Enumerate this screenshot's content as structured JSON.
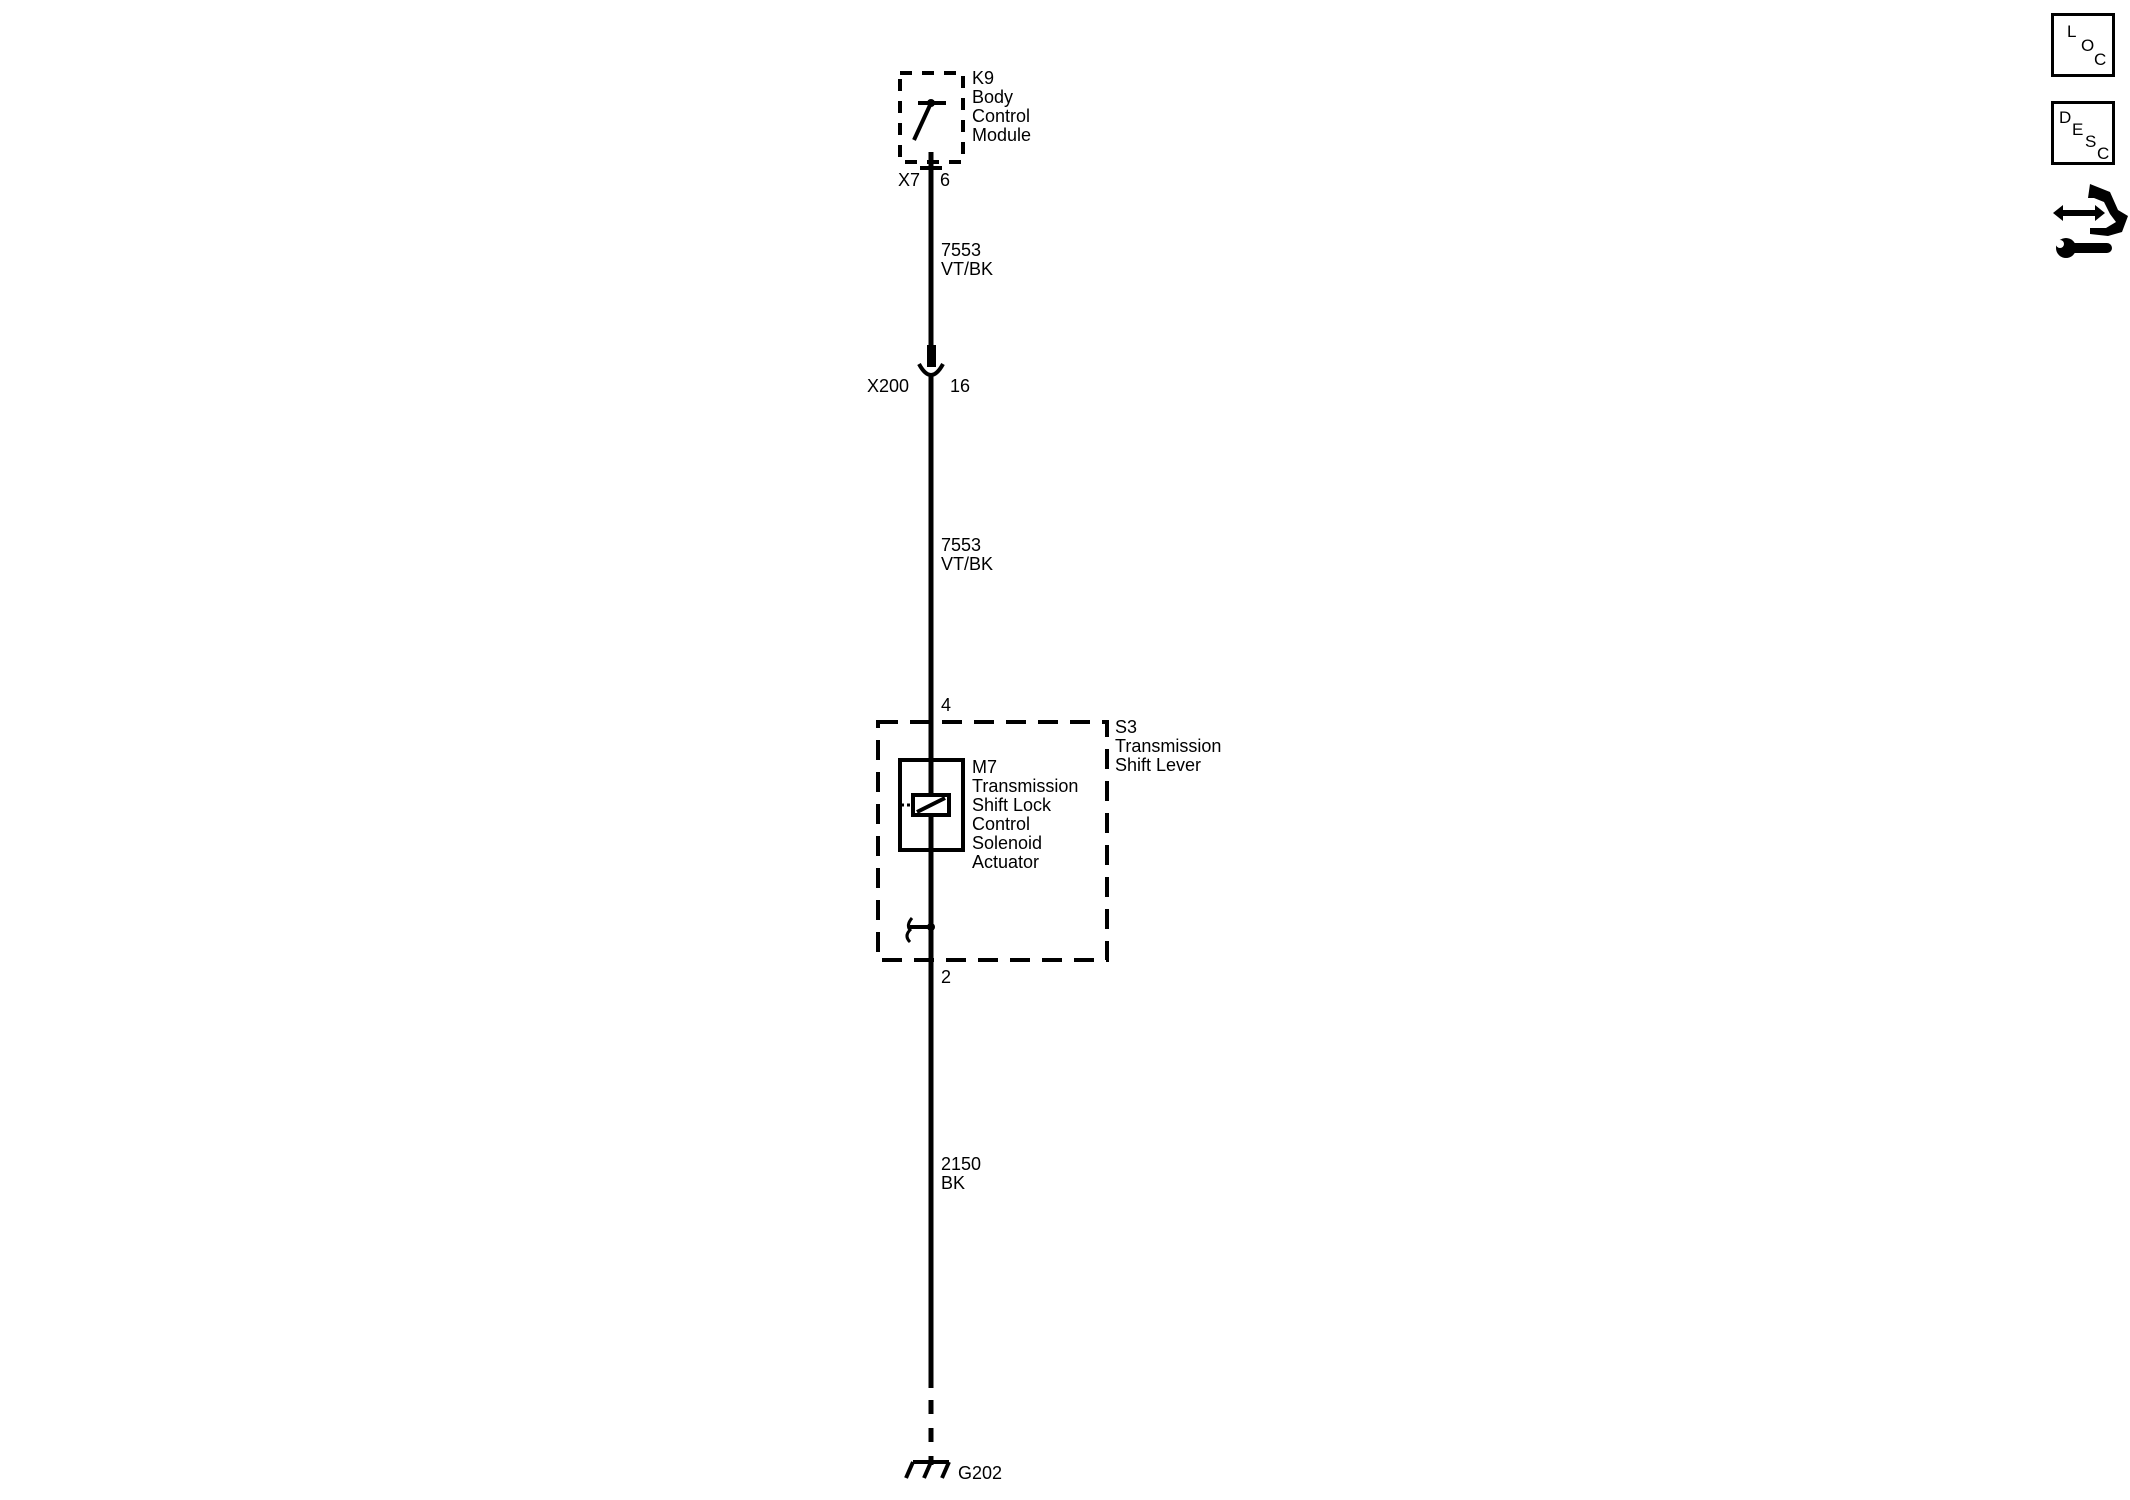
{
  "diagram": {
    "components": {
      "k9": {
        "id": "K9",
        "line1": "Body",
        "line2": "Control",
        "line3": "Module",
        "connector": "X7",
        "pin": "6"
      },
      "x200": {
        "id": "X200",
        "pin": "16"
      },
      "s3": {
        "id": "S3",
        "line1": "Transmission",
        "line2": "Shift Lever",
        "pin_top": "4",
        "pin_bottom": "2"
      },
      "m7": {
        "id": "M7",
        "line1": "Transmission",
        "line2": "Shift Lock",
        "line3": "Control",
        "line4": "Solenoid",
        "line5": "Actuator"
      },
      "g202": {
        "id": "G202"
      }
    },
    "wires": [
      {
        "circuit": "7553",
        "color": "VT/BK"
      },
      {
        "circuit": "7553",
        "color": "VT/BK"
      },
      {
        "circuit": "2150",
        "color": "BK"
      }
    ]
  },
  "nav": {
    "loc": {
      "l1": "L",
      "l2": "O",
      "l3": "C"
    },
    "desc": {
      "l1": "D",
      "l2": "E",
      "l3": "S",
      "l4": "C"
    },
    "service_icon": "service-tool-icon"
  }
}
